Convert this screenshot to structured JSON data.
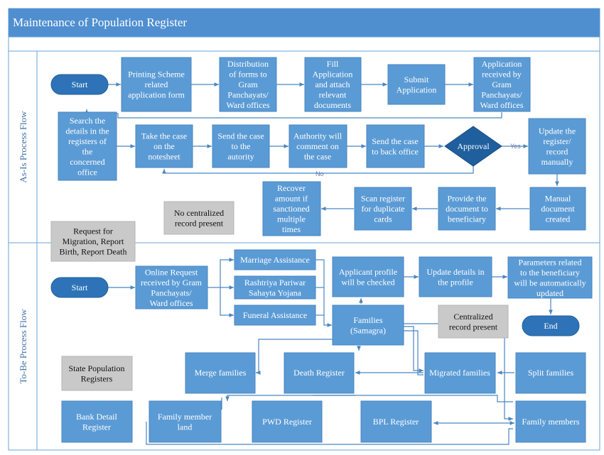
{
  "title": "Maintenance of Population Register",
  "colors": {
    "header": "#4f8fd0",
    "box": "#5b9bd5",
    "box_stroke": "#4a86c0",
    "terminal": "#2e73b8",
    "diamond": "#1f5f9e",
    "gray": "#c9c9c9",
    "lane_border": "#6aa3d8",
    "arrow": "#4a86c0"
  },
  "lanes": [
    {
      "id": "asis",
      "label": "As-Is Process Flow"
    },
    {
      "id": "tobe",
      "label": "To-Be Process Flow"
    }
  ],
  "nodes": [
    {
      "id": "start1",
      "shape": "terminal",
      "lines": [
        "Start"
      ]
    },
    {
      "id": "printing",
      "shape": "box",
      "lines": [
        "Printing Scheme",
        "related",
        "application form"
      ]
    },
    {
      "id": "distribution",
      "shape": "box",
      "lines": [
        "Distribution",
        "of forms to",
        "Gram",
        "Panchayats/",
        "Ward offices"
      ]
    },
    {
      "id": "fill",
      "shape": "box",
      "lines": [
        "Fill",
        "Application",
        "and attach",
        "relevant",
        "documents"
      ]
    },
    {
      "id": "submit",
      "shape": "box",
      "lines": [
        "Submit",
        "Application"
      ]
    },
    {
      "id": "received",
      "shape": "box",
      "lines": [
        "Application",
        "received by",
        "Gram",
        "Panchayats/",
        "Ward offices"
      ]
    },
    {
      "id": "search",
      "shape": "box",
      "lines": [
        "Search the",
        "details in the",
        "registers of",
        "the",
        "concerned",
        "office"
      ]
    },
    {
      "id": "takecase",
      "shape": "box",
      "lines": [
        "Take the case",
        "on the",
        "notesheet"
      ]
    },
    {
      "id": "sendauth",
      "shape": "box",
      "lines": [
        "Send the case",
        "to the",
        "autority"
      ]
    },
    {
      "id": "authcomment",
      "shape": "box",
      "lines": [
        "Authority will",
        "comment on",
        "the case"
      ]
    },
    {
      "id": "sendback",
      "shape": "box",
      "lines": [
        "Send the case",
        "to back office"
      ]
    },
    {
      "id": "approval",
      "shape": "diamond",
      "lines": [
        "Approval"
      ]
    },
    {
      "id": "updatereg",
      "shape": "box",
      "lines": [
        "Update the",
        "register/",
        "record",
        "manually"
      ]
    },
    {
      "id": "manualdoc",
      "shape": "box",
      "lines": [
        "Manual",
        "document",
        "created"
      ]
    },
    {
      "id": "provide",
      "shape": "box",
      "lines": [
        "Provide the",
        "document to",
        "beneficiary"
      ]
    },
    {
      "id": "scan",
      "shape": "box",
      "lines": [
        "Scan register",
        "for duplicate",
        "cards"
      ]
    },
    {
      "id": "recover",
      "shape": "box",
      "lines": [
        "Recover",
        "amount if",
        "sanctioned",
        "multiple",
        "times"
      ]
    },
    {
      "id": "nocentral",
      "shape": "note",
      "lines": [
        "No centralized",
        "record present"
      ]
    },
    {
      "id": "request",
      "shape": "note",
      "lines": [
        "Request for",
        "Migration, Report",
        "Birth, Report Death"
      ]
    },
    {
      "id": "start2",
      "shape": "terminal",
      "lines": [
        "Start"
      ]
    },
    {
      "id": "online",
      "shape": "box",
      "lines": [
        "Online Request",
        "received by Gram",
        "Panchayats/",
        "Ward offices"
      ]
    },
    {
      "id": "marriage",
      "shape": "box",
      "lines": [
        "Marriage Assistance"
      ]
    },
    {
      "id": "rashtriya",
      "shape": "box",
      "lines": [
        "Rashtriya Pariwar",
        "Sahayta Yojana"
      ]
    },
    {
      "id": "funeral",
      "shape": "box",
      "lines": [
        "Funeral Assistance"
      ]
    },
    {
      "id": "applicant",
      "shape": "box",
      "lines": [
        "Applicant profile",
        "will be checked"
      ]
    },
    {
      "id": "updateprofile",
      "shape": "box",
      "lines": [
        "Update details in",
        "the profile"
      ]
    },
    {
      "id": "params",
      "shape": "box",
      "lines": [
        "Parameters related",
        "to the beneficiary",
        "will be automatically",
        "updated"
      ]
    },
    {
      "id": "end",
      "shape": "terminal",
      "lines": [
        "End"
      ]
    },
    {
      "id": "families",
      "shape": "box",
      "lines": [
        "Families",
        "(Samagra)"
      ]
    },
    {
      "id": "central",
      "shape": "note",
      "lines": [
        "Centralized",
        "record present"
      ]
    },
    {
      "id": "merge",
      "shape": "box",
      "lines": [
        "Merge families"
      ]
    },
    {
      "id": "death",
      "shape": "box",
      "lines": [
        "Death Register"
      ]
    },
    {
      "id": "migrated",
      "shape": "box",
      "lines": [
        "Migrated families"
      ]
    },
    {
      "id": "split",
      "shape": "box",
      "lines": [
        "Split families"
      ]
    },
    {
      "id": "statepop",
      "shape": "note",
      "lines": [
        "State Population",
        "Registers"
      ]
    },
    {
      "id": "bank",
      "shape": "box",
      "lines": [
        "Bank Detail",
        "Register"
      ]
    },
    {
      "id": "familyland",
      "shape": "box",
      "lines": [
        "Family member",
        "land"
      ]
    },
    {
      "id": "pwd",
      "shape": "box",
      "lines": [
        "PWD Register"
      ]
    },
    {
      "id": "bpl",
      "shape": "box",
      "lines": [
        "BPL Register"
      ]
    },
    {
      "id": "familymembers",
      "shape": "box",
      "lines": [
        "Family members"
      ]
    }
  ],
  "edge_labels": {
    "yes": "Yes",
    "no": "No"
  }
}
